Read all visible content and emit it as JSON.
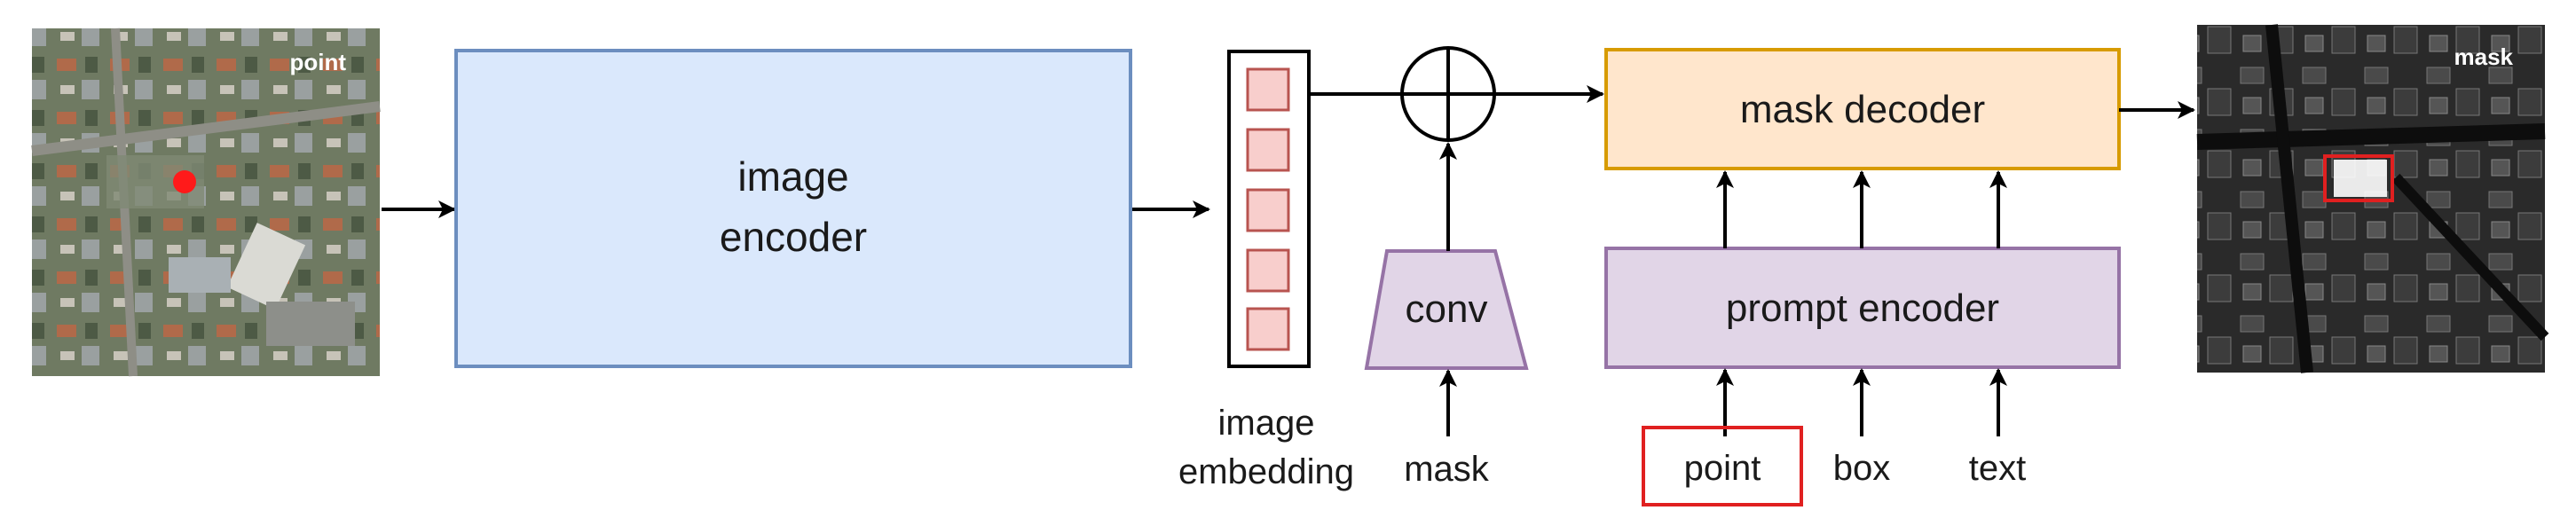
{
  "input_image": {
    "caption": "point"
  },
  "image_encoder": {
    "line1": "image",
    "line2": "encoder"
  },
  "image_embedding": {
    "line1": "image",
    "line2": "embedding"
  },
  "conv": {
    "label": "conv"
  },
  "mask_input": {
    "label": "mask"
  },
  "mask_decoder": {
    "label": "mask decoder"
  },
  "prompt_encoder": {
    "label": "prompt encoder"
  },
  "prompts": {
    "point": "point",
    "box": "box",
    "text": "text"
  },
  "output_image": {
    "caption": "mask"
  },
  "colors": {
    "encoder_fill": "#dae8fc",
    "encoder_stroke": "#6c8ebf",
    "decoder_fill": "#ffe6cc",
    "decoder_stroke": "#d79b00",
    "prompt_fill": "#e1d5e7",
    "prompt_stroke": "#9673a6",
    "embedding_cell_fill": "#f8cecc",
    "embedding_cell_stroke": "#b85450",
    "highlight": "#e02020"
  }
}
